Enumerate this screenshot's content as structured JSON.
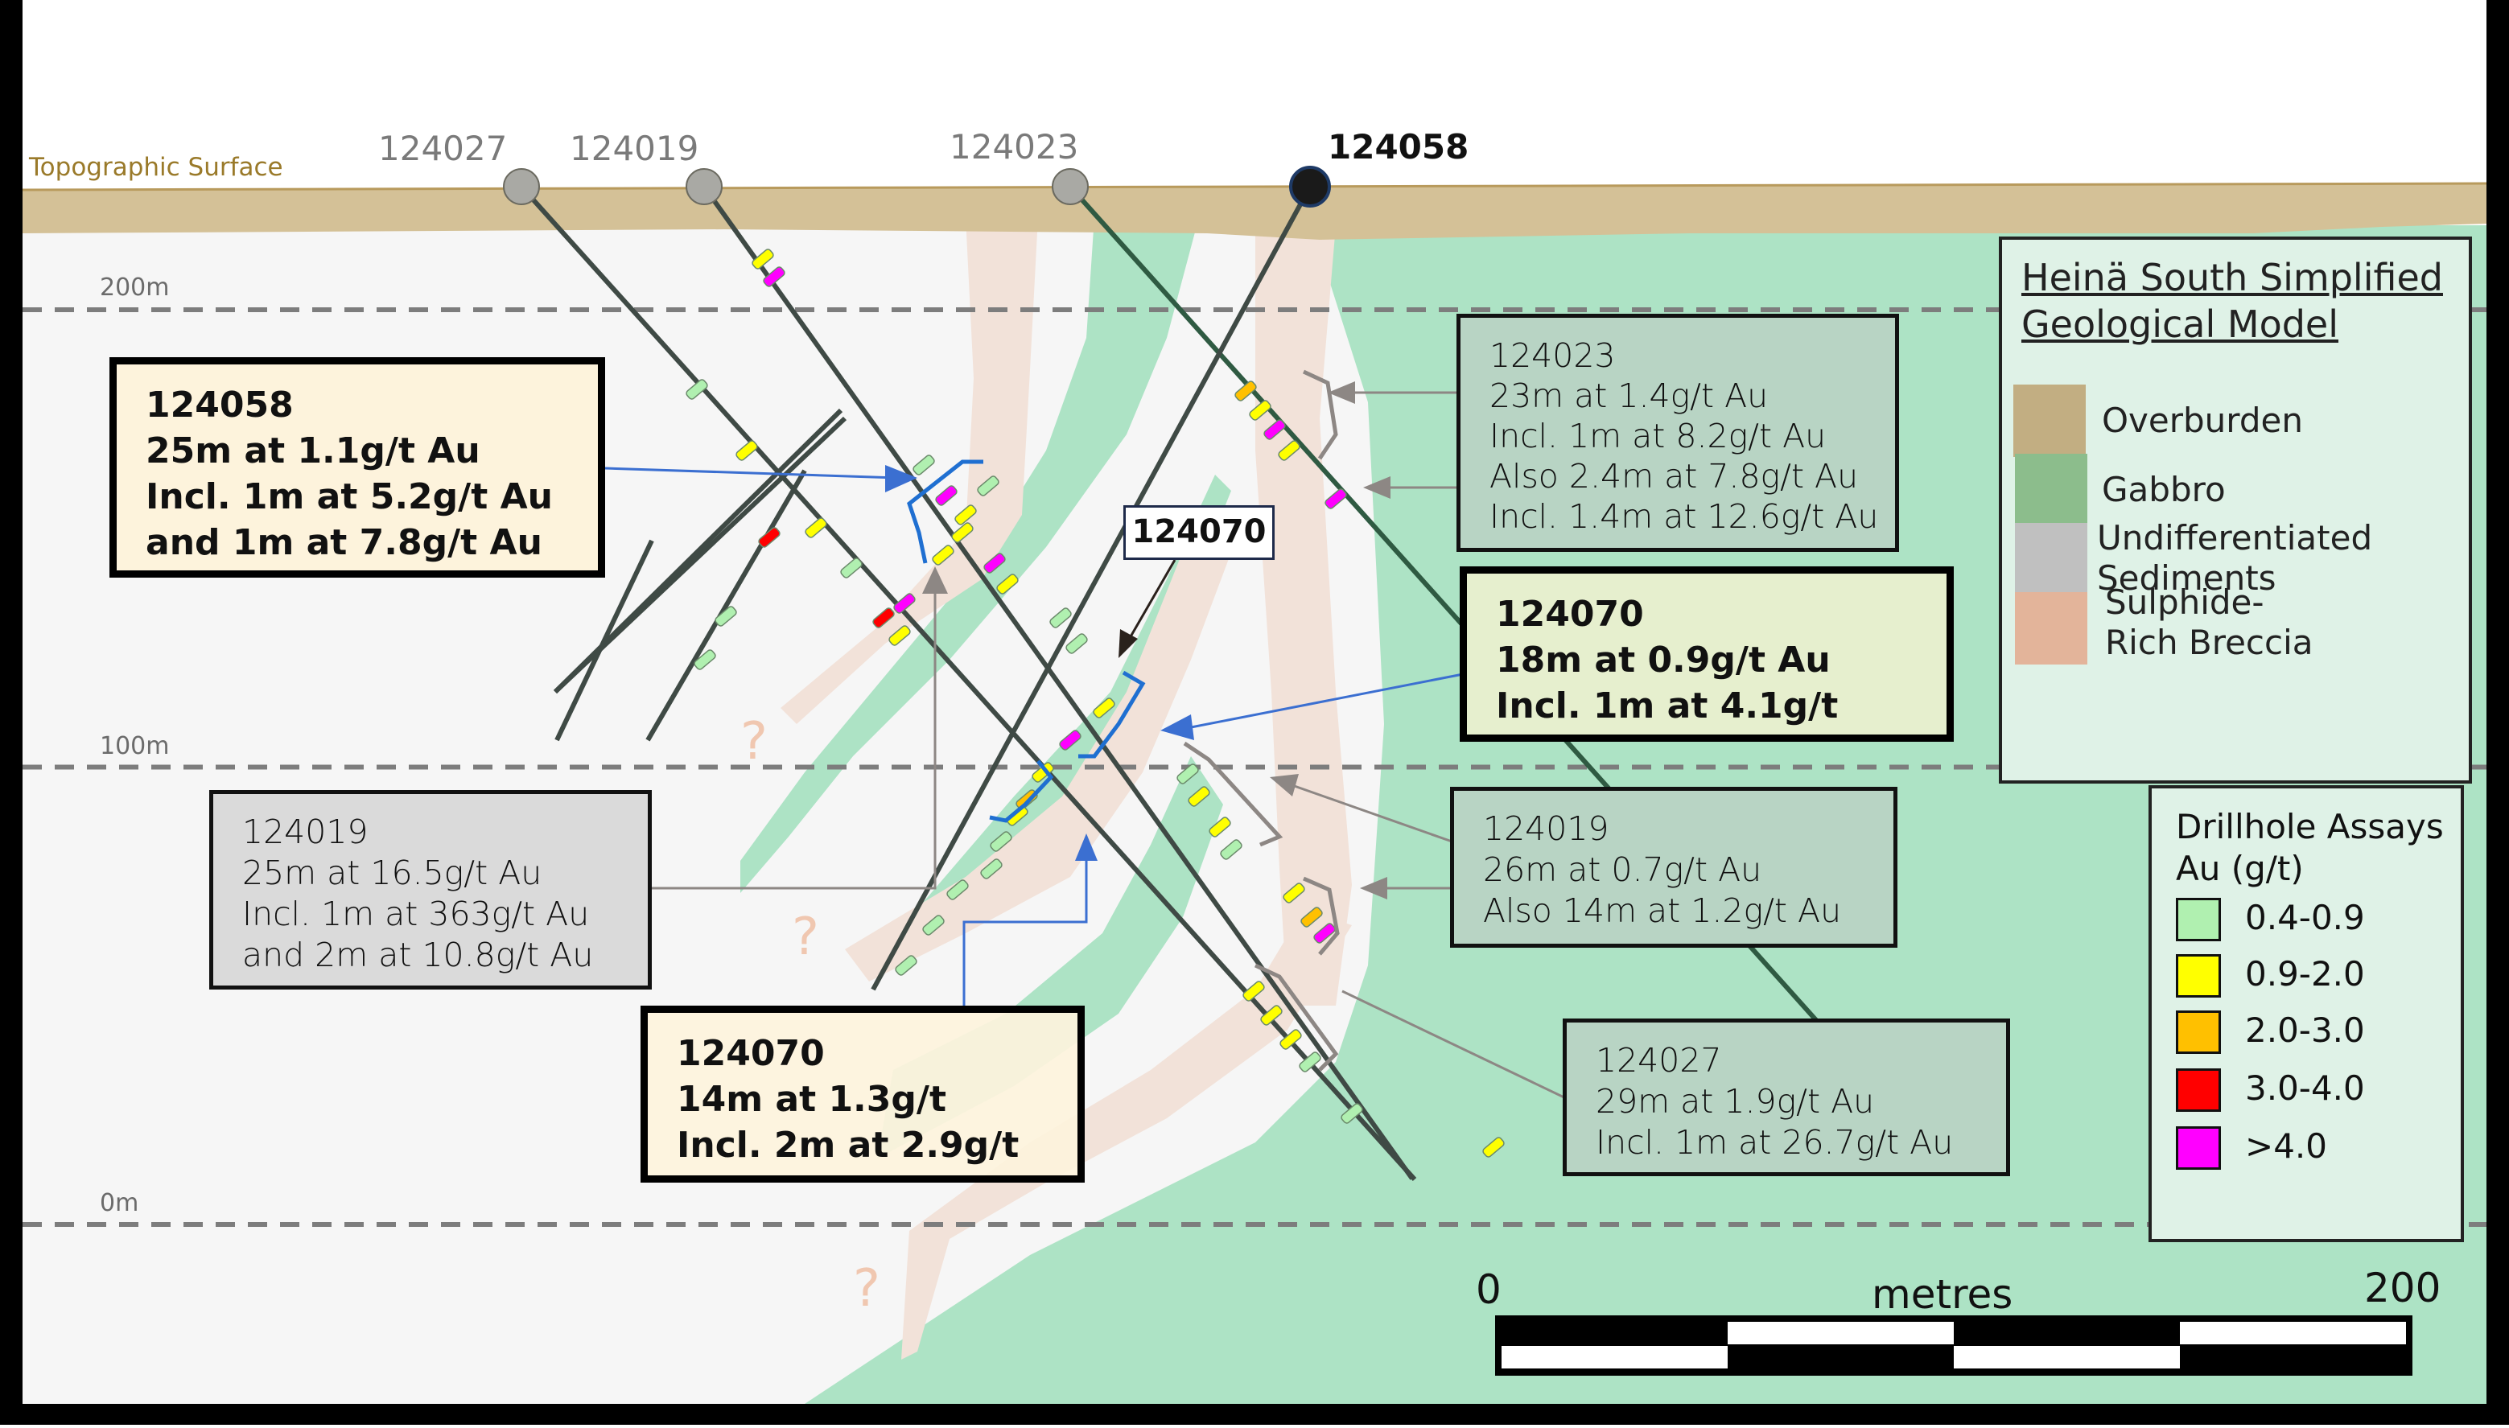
{
  "figure": {
    "title": "Heinä South Simplified Geological Model",
    "topographic_surface_label": "Topographic Surface"
  },
  "collars": [
    {
      "id": "124027",
      "highlight": false
    },
    {
      "id": "124019",
      "highlight": false
    },
    {
      "id": "124023",
      "highlight": false
    },
    {
      "id": "124058",
      "highlight": true
    }
  ],
  "depth_lines": [
    {
      "label": "200m",
      "elevation_m": 200
    },
    {
      "label": "100m",
      "elevation_m": 100
    },
    {
      "label": "0m",
      "elevation_m": 0
    }
  ],
  "uncertainty_mark": "?",
  "callouts": [
    {
      "key": "c124058",
      "style": "bold",
      "hole": "124058",
      "lines": [
        "25m at 1.1g/t Au",
        "Incl. 1m at 5.2g/t Au",
        "and 1m at 7.8g/t Au"
      ]
    },
    {
      "key": "c124023",
      "style": "light",
      "hole": "124023",
      "lines": [
        "23m at 1.4g/t Au",
        "Incl. 1m at 8.2g/t Au",
        "Also 2.4m at 7.8g/t Au",
        "Incl. 1.4m at 12.6g/t Au"
      ]
    },
    {
      "key": "c124070a",
      "style": "bold",
      "hole": "124070",
      "lines": [
        "18m at 0.9g/t Au",
        "Incl. 1m at 4.1g/t"
      ]
    },
    {
      "key": "c124019a",
      "style": "light",
      "hole": "124019",
      "lines": [
        "25m at 16.5g/t Au",
        "Incl. 1m at 363g/t Au",
        "and 2m at 10.8g/t Au"
      ]
    },
    {
      "key": "c124019b",
      "style": "light",
      "hole": "124019",
      "lines": [
        "26m at 0.7g/t Au",
        "Also 14m at 1.2g/t Au"
      ]
    },
    {
      "key": "c124027",
      "style": "light",
      "hole": "124027",
      "lines": [
        "29m at 1.9g/t Au",
        "Incl. 1m at 26.7g/t Au"
      ]
    },
    {
      "key": "c124070b",
      "style": "bold",
      "hole": "124070",
      "lines": [
        "14m at 1.3g/t",
        "Incl. 2m at 2.9g/t"
      ]
    }
  ],
  "trace_label": "124070",
  "geology_legend": {
    "title_line1": "Heinä South Simplified",
    "title_line2": "Geological Model",
    "items": [
      {
        "label": "Overburden",
        "color": "#c2ae82"
      },
      {
        "label": "Gabbro",
        "color": "#8cbd8c"
      },
      {
        "label": "Undifferentiated Sediments",
        "label_line1": "Undifferentiated",
        "label_line2": "Sediments",
        "color": "#c0c0c0"
      },
      {
        "label": "Sulphide-Rich Breccia",
        "label_line1": "Sulphide-",
        "label_line2": "Rich Breccia",
        "color": "#e3b49a"
      }
    ]
  },
  "assay_legend": {
    "title_line1": "Drillhole Assays",
    "title_line2": "Au (g/t)",
    "items": [
      {
        "label": "0.4-0.9",
        "color": "#b0f0b0"
      },
      {
        "label": "0.9-2.0",
        "color": "#ffff00"
      },
      {
        "label": "2.0-3.0",
        "color": "#ffc000"
      },
      {
        "label": "3.0-4.0",
        "color": "#ff0000"
      },
      {
        "label": ">4.0",
        "color": "#ff00ff"
      }
    ]
  },
  "scale_bar": {
    "min_label": "0",
    "max_label": "200",
    "unit_label": "metres",
    "max_m": 200,
    "segments": 4
  },
  "colors": {
    "overburden": "#d4c197",
    "gabbro": "#ade3c5",
    "sediments_bg": "#f6f6f6",
    "breccia": "#f2e2d9",
    "callout_bold_fill": "#fdf3dc",
    "callout_bold_green_fill": "#e6efce",
    "callout_light_grey": "#dadada",
    "callout_light_green": "#b8d4c4",
    "leader_blue": "#3b6fd1",
    "leader_grey": "#8d8784"
  }
}
